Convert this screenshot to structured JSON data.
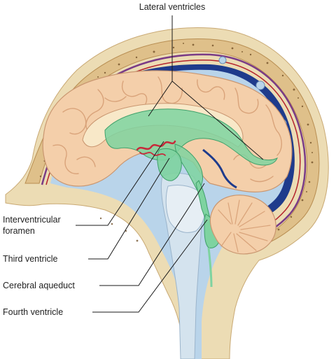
{
  "labels": {
    "lateral_ventricles": "Lateral ventricles",
    "interventricular_foramen_line1": "Interventricular",
    "interventricular_foramen_line2": "foramen",
    "third_ventricle": "Third ventricle",
    "cerebral_aqueduct": "Cerebral aqueduct",
    "fourth_ventricle": "Fourth ventricle"
  },
  "colors": {
    "scalp": "#ecdcb4",
    "bone": "#e6cc98",
    "bone_speckle": "#6b4a22",
    "dura_purple": "#7a3b86",
    "dura_red": "#b4232d",
    "venous_sinus": "#1e3b8c",
    "csf_space": "#b9d4ea",
    "brain": "#f4cfaa",
    "brain_fold": "#d9a37a",
    "ventricle": "#7ed3a0",
    "choroid": "#c8283a",
    "cord": "#d4e3ee",
    "leader_line": "#1a1a1a"
  }
}
